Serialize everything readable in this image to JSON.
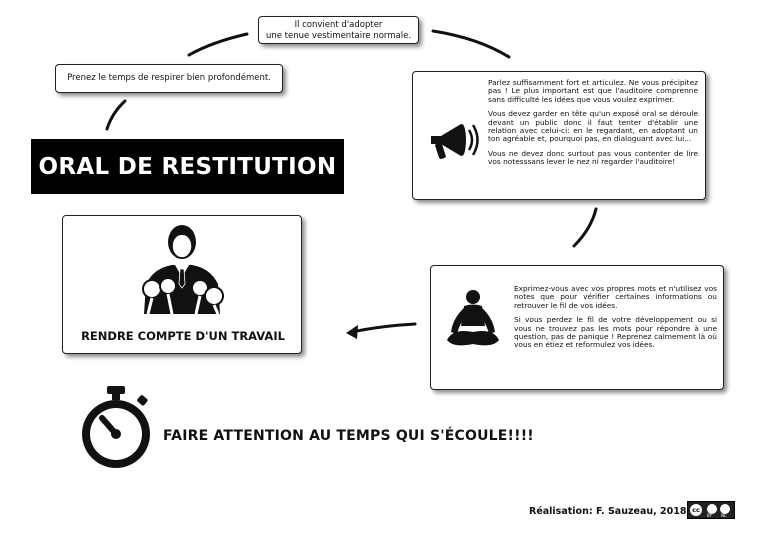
{
  "title": "ORAL DE RESTITUTION",
  "top_box": {
    "line1": "Il convient d'adopter",
    "line2": "une tenue vestimentaire normale."
  },
  "left_box": {
    "text": "Prenez le temps de respirer bien profondément."
  },
  "speak_box": {
    "p1": "Parlez suffisamment fort et articulez. Ne vous précipitez pas ! Le plus important est que l'auditoire comprenne sans difficulté les idées que vous voulez exprimer.",
    "p2": "Vous devez garder en tête qu'un exposé oral se déroule devant un public donc il faut tenter d'établir une relation avec celui-ci: en le regardant, en adoptant un ton agréable et, pourquoi pas, en dialoguant avec lui...",
    "p3": "Vous ne devez donc surtout pas vous contenter de lire vos notesssans lever le nez ni regarder l'auditoire!"
  },
  "words_box": {
    "p1": "Exprimez-vous avec vos propres mots et n'utilisez vos notes que pour vérifier certaines informations ou retrouver le fil de vos idées.",
    "p2": "Si vous perdez le fil de votre développement ou si vous ne trouvez pas les mots pour répondre à une question, pas de panique ! Reprenez calmement là où vous en étiez et reformulez vos idées."
  },
  "report_box": {
    "label": "RENDRE COMPTE D'UN TRAVAIL"
  },
  "warning": "FAIRE ATTENTION AU TEMPS QUI S'ÉCOULE!!!!",
  "credit": "Réalisation: F. Sauzeau, 2018",
  "license": {
    "badge": "cc",
    "by": "BY",
    "nc": "NC"
  },
  "icons": [
    "megaphone-icon",
    "speaker-at-podium-icon",
    "meditation-icon",
    "stopwatch-icon",
    "creative-commons-icon"
  ]
}
